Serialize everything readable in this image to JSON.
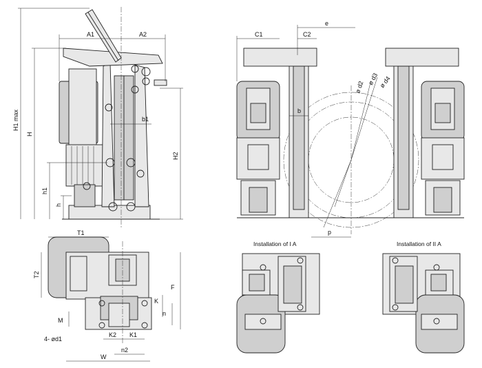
{
  "dimensions": {
    "A1": "A1",
    "A2": "A2",
    "H1_max": "H1 max",
    "H": "H",
    "H2": "H2",
    "h1": "h1",
    "h": "h",
    "b1": "b1",
    "C1": "C1",
    "C2": "C2",
    "e": "e",
    "b": "b",
    "d2": "ø d2",
    "d3": "ø d3",
    "d4": "ø d4",
    "p": "p",
    "T1": "T1",
    "T2": "T2",
    "F": "F",
    "K": "K",
    "n": "n",
    "M": "M",
    "K2": "K2",
    "K1": "K1",
    "n2": "n2",
    "W": "W",
    "holes": "4- ød1"
  },
  "captions": {
    "install_1": "Installation of I A",
    "install_2": "Installation of II A"
  }
}
